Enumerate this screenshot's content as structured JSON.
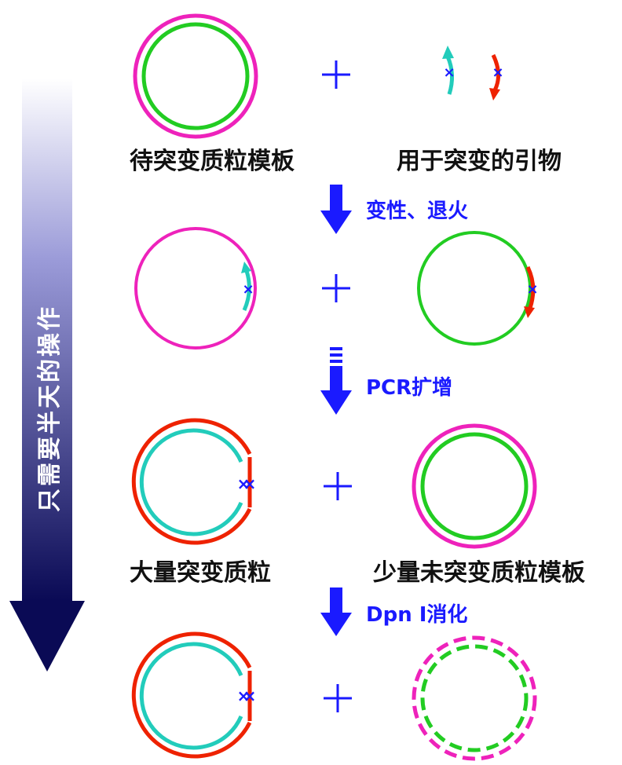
{
  "colors": {
    "magenta": "#ee22bb",
    "green": "#22cc22",
    "red": "#ee2200",
    "cyan": "#22ccbb",
    "blue": "#1a1aff",
    "navy": "#0a0a55"
  },
  "side_banner": {
    "text": "只需要半天的操作"
  },
  "rows": {
    "row1": {
      "left_label": "待突变质粒模板",
      "right_label": "用于突变的引物"
    },
    "row3": {
      "left_label": "大量突变质粒",
      "right_label": "少量未突变质粒模板"
    }
  },
  "steps": [
    {
      "label": "变性、退火"
    },
    {
      "label": "PCR扩增"
    },
    {
      "label": "Dpn I消化"
    }
  ]
}
